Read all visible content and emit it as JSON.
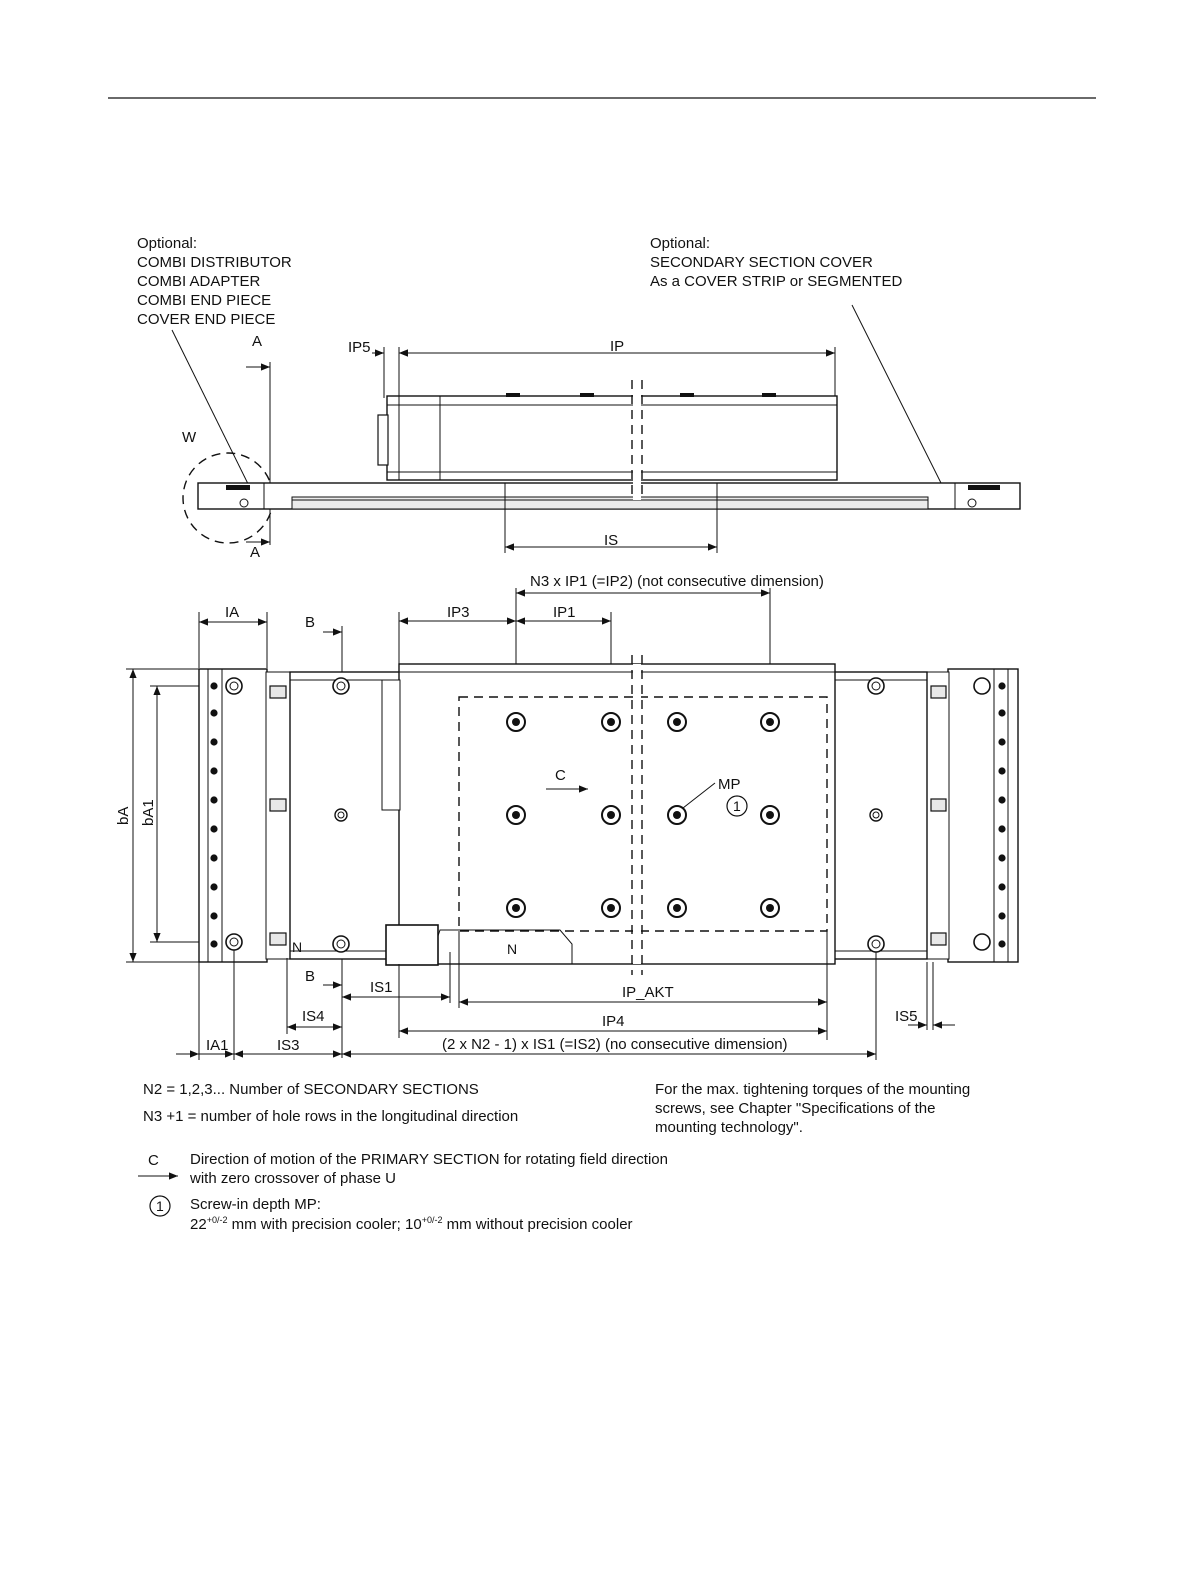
{
  "top_view": {
    "left_note": [
      "Optional:",
      "COMBI DISTRIBUTOR",
      "COMBI ADAPTER",
      "COMBI END PIECE",
      "COVER END PIECE"
    ],
    "right_note": [
      "Optional:",
      "SECONDARY SECTION COVER",
      "As a COVER STRIP or SEGMENTED"
    ],
    "label_A_top": "A",
    "label_A_bottom": "A",
    "label_W": "W",
    "label_IP5": "IP5",
    "label_IP": "IP",
    "label_IS": "IS"
  },
  "plan_view": {
    "label_N3": "N3 x IP1 (=IP2) (not consecutive dimension)",
    "label_IA": "IA",
    "label_B_top": "B",
    "label_B_bottom": "B",
    "label_IP3": "IP3",
    "label_IP1": "IP1",
    "label_bA": "bA",
    "label_bA1": "bA1",
    "label_C": "C",
    "label_MP": "MP",
    "label_circle_1": "1",
    "label_N_left": "N",
    "label_N_mid": "N",
    "label_IS1": "IS1",
    "label_IP_AKT": "IP_AKT",
    "label_IS4": "IS4",
    "label_IP4": "IP4",
    "label_IS5": "IS5",
    "label_IA1": "IA1",
    "label_IS3": "IS3",
    "label_bottom_dim": "(2 x N2 - 1) x IS1 (=IS2) (no consecutive dimension)"
  },
  "notes": {
    "n2": "N2 = 1,2,3... Number of SECONDARY SECTIONS",
    "n3": "N3 +1 = number of hole rows in the longitudinal direction",
    "torque": [
      "For the max. tightening torques of the mounting",
      "screws, see Chapter \"Specifications of the",
      "mounting technology\"."
    ],
    "legend_c_symbol": "C",
    "legend_c_text": [
      "Direction of motion of the PRIMARY SECTION for rotating field direction",
      "with zero crossover of phase U"
    ],
    "legend_1_symbol": "1",
    "legend_1_title": "Screw-in depth MP:",
    "legend_1_a": "22",
    "legend_1_a_sup": "+0/-2",
    "legend_1_b": " mm with precision cooler; 10",
    "legend_1_b_sup": "+0/-2",
    "legend_1_c": " mm without precision cooler"
  }
}
